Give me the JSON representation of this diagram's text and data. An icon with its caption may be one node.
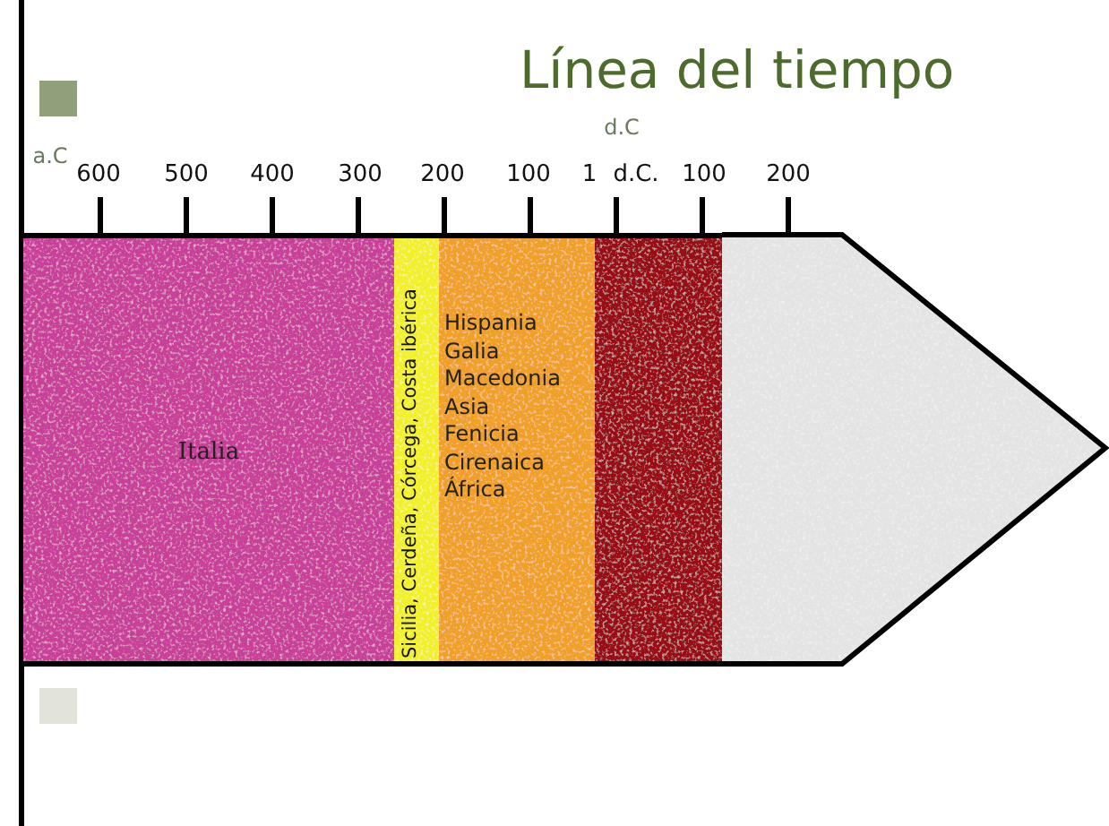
{
  "diagram": {
    "title": "Línea del tiempo",
    "nodes": [
      {
        "text": [
          "Italia"
        ]
      },
      {
        "text": [
          "Sicilia, Cerdeña, Córcega, Costa ibérica"
        ]
      },
      {
        "text": [
          "Hispania",
          "Galia",
          "Macedonia",
          "Asia",
          "Fenicia",
          "Cirenaica",
          "África"
        ]
      },
      {
        "text": [],
        "shape": "bar"
      },
      {
        "text": [],
        "shape": "box"
      }
    ],
    "labels": [
      "a.C",
      "d.C",
      "600",
      "500",
      "400",
      "300",
      "200",
      "100",
      "1",
      "d.C.",
      "100",
      "200"
    ]
  }
}
